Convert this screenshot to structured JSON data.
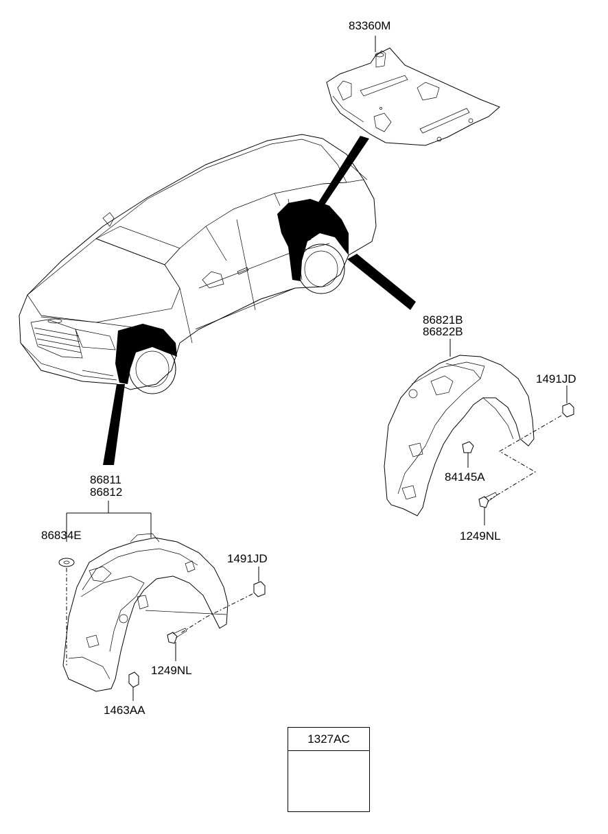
{
  "diagram": {
    "parts": {
      "under_cover": "83360M",
      "rear_guard_lh": "86821B",
      "rear_guard_rh": "86822B",
      "rear_clip": "1491JD",
      "rear_nut": "84145A",
      "rear_screw": "1249NL",
      "front_guard_lh": "86811",
      "front_guard_rh": "86812",
      "front_washer": "86834E",
      "front_clip": "1491JD",
      "front_screw": "1249NL",
      "front_bolt": "1463AA"
    },
    "callout": {
      "title": "1327AC"
    }
  }
}
